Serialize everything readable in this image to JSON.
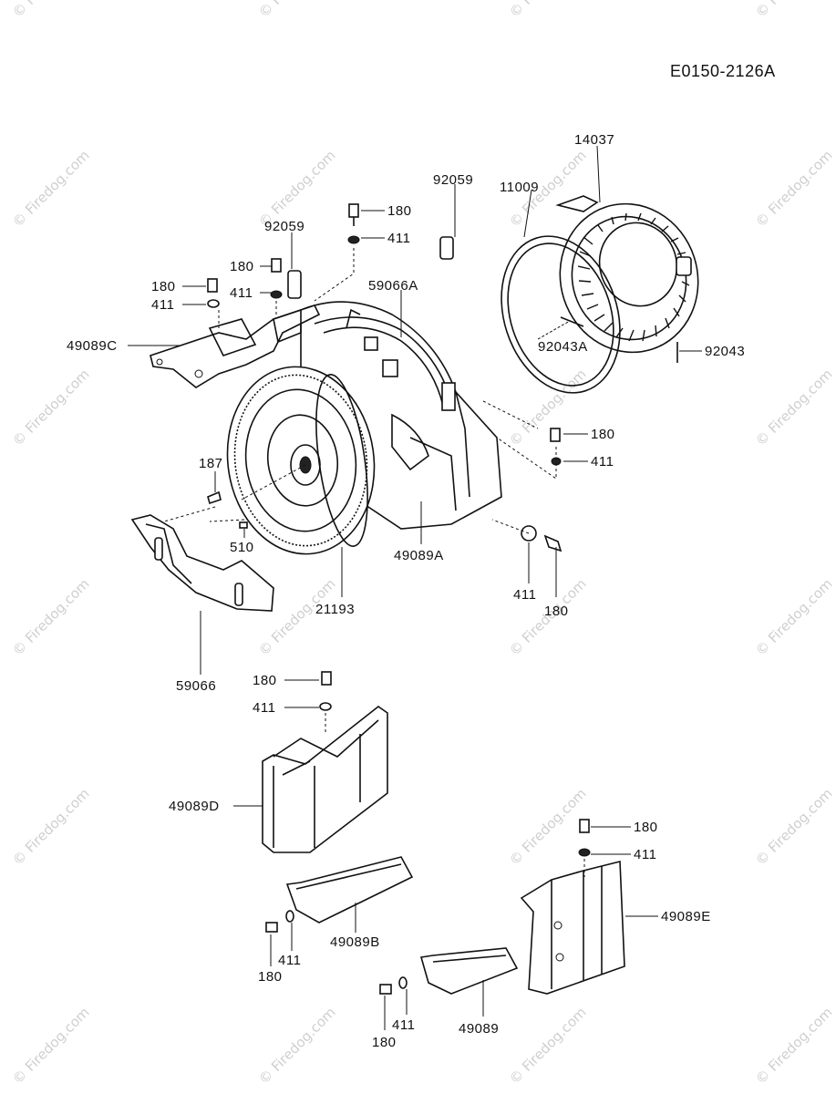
{
  "diagram_id": "E0150-2126A",
  "watermark_text": "© Firedog.com",
  "labels": {
    "p14037": "14037",
    "p11009": "11009",
    "p92059_top": "92059",
    "p92059_left": "92059",
    "p180_a": "180",
    "p411_a": "411",
    "p180_b": "180",
    "p411_b": "411",
    "p180_c": "180",
    "p411_c": "411",
    "p59066A": "59066A",
    "p49089C": "49089C",
    "p92043A": "92043A",
    "p92043": "92043",
    "p180_d": "180",
    "p411_d": "411",
    "p187": "187",
    "p510": "510",
    "p49089A": "49089A",
    "p21193": "21193",
    "p411_e": "411",
    "p180_e": "180",
    "p59066": "59066",
    "p180_f": "180",
    "p411_f": "411",
    "p49089D": "49089D",
    "p180_g": "180",
    "p411_g": "411",
    "p49089E": "49089E",
    "p49089B": "49089B",
    "p411_h": "411",
    "p180_h": "180",
    "p49089": "49089",
    "p411_i": "411",
    "p180_i": "180"
  }
}
